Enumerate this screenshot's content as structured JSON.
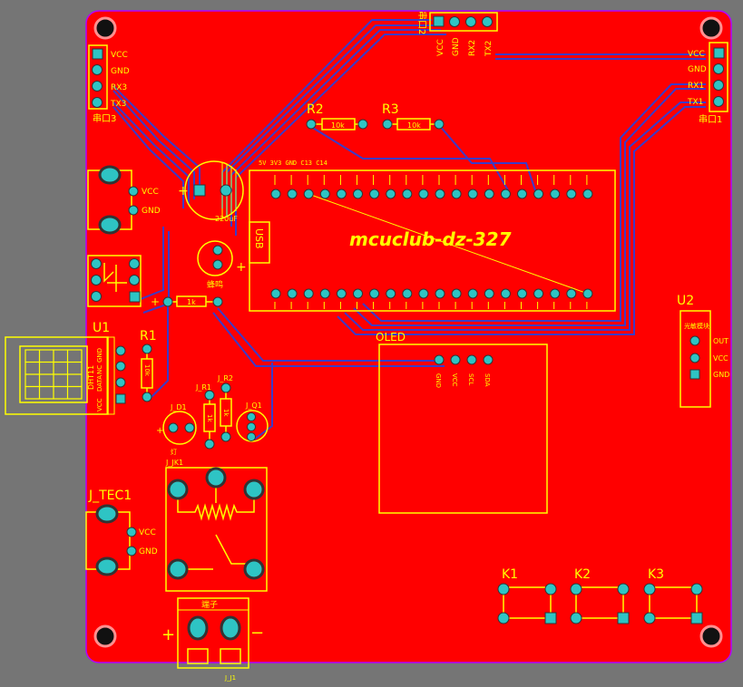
{
  "board": {
    "title": "mcuclub-dz-327",
    "colors": {
      "background": "#757575",
      "copper": "#ff0000",
      "silk": "#ffff00",
      "trace": "#3b3bc8",
      "pad": "#2ec4c4",
      "outline": "#b400ff"
    }
  },
  "headers": {
    "uart3": {
      "label": "串口3",
      "pins": [
        "VCC",
        "GND",
        "RX3",
        "TX3"
      ]
    },
    "uart2": {
      "label": "串口2",
      "pins": [
        "VCC",
        "GND",
        "RX2",
        "TX2"
      ]
    },
    "uart1": {
      "label": "串口1",
      "pins": [
        "VCC",
        "GND",
        "RX1",
        "TX1"
      ]
    }
  },
  "components": {
    "r2": {
      "ref": "R2",
      "value": "10k"
    },
    "r3": {
      "ref": "R3",
      "value": "10k"
    },
    "cap": {
      "label": "220uF",
      "plus": "+"
    },
    "buzzer": {
      "label": "蜂鸣",
      "plus": "+"
    },
    "usb": {
      "label": "USB"
    },
    "mcu_top_label": "5V 3V3 GND C13 C14",
    "power_in": {
      "pins": [
        "VCC",
        "GND"
      ]
    },
    "r_1k": {
      "value": "1k",
      "mark": "+"
    },
    "u1": {
      "ref": "U1",
      "name": "DHT11",
      "pins": [
        "GND",
        "NC",
        "DATA",
        "VCC"
      ]
    },
    "r1": {
      "ref": "R1",
      "value": "10k"
    },
    "q_labels": {
      "j_d1": "J_D1",
      "j_r1": "J_R1",
      "j_r2": "J_R2",
      "j_q1": "J_Q1",
      "j_jk1": "J_JK1",
      "r1v": "1k",
      "r2v": "1k",
      "d1v": "灯",
      "plus": "+"
    },
    "oled": {
      "ref": "OLED",
      "pins": [
        "GND",
        "VCC",
        "SCL",
        "SDA"
      ]
    },
    "u2": {
      "ref": "U2",
      "label": "光敏模块",
      "pins": [
        "OUT",
        "VCC",
        "GND"
      ]
    },
    "j_tec1": {
      "ref": "J_TEC1",
      "pins": [
        "VCC",
        "GND"
      ]
    },
    "terminal": {
      "label": "端子",
      "ref": "J_J1",
      "plus": "+",
      "minus": "−"
    },
    "keys": [
      "K1",
      "K2",
      "K3"
    ]
  }
}
